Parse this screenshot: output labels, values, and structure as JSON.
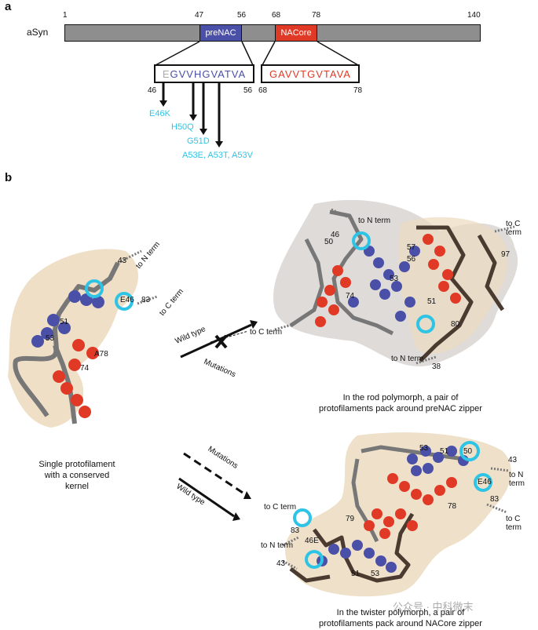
{
  "colors": {
    "bar_gray": "#8e8e8e",
    "prenac": "#4a4fa8",
    "nacore": "#e03a26",
    "cyan": "#2ec4e6",
    "kernel_bg": "#ecdcc0",
    "strand": "#777777",
    "strand_dark": "#4a3a30"
  },
  "panel_a": {
    "letter": "a",
    "protein_label": "aSyn",
    "ticks": [
      "1",
      "47",
      "56",
      "68",
      "78",
      "140"
    ],
    "prenac_label": "preNAC",
    "nacore_label": "NACore",
    "prenac_seq_first": "E",
    "prenac_seq_rest": "GVVHGVATVA",
    "nacore_seq": "GAVVTGVTAVA",
    "seq_start_left": "46",
    "seq_end_left": "56",
    "seq_start_right": "68",
    "seq_end_right": "78",
    "mutations": [
      "E46K",
      "H50Q",
      "G51D",
      "A53E, A53T, A53V"
    ]
  },
  "panel_b": {
    "letter": "b",
    "single_caption": "Single protofilament with a conserved kernel",
    "rod_caption_1": "In the rod polymorph, a pair of",
    "rod_caption_2": "protofilaments pack around preNAC zipper",
    "twister_caption_1": "In the twister polymorph, a pair of",
    "twister_caption_2": "protofilaments pack around NACore zipper",
    "wild_type": "Wild type",
    "mutations": "Mutations",
    "to_n_term": "to N term",
    "to_c_term": "to C term",
    "labels_single": [
      "43",
      "83",
      "E46",
      "51",
      "53",
      "A78",
      "74"
    ],
    "labels_rod": [
      "46",
      "50",
      "51",
      "53",
      "56",
      "57",
      "74",
      "80",
      "97",
      "38"
    ],
    "labels_twister": [
      "53",
      "51",
      "50",
      "E46",
      "43",
      "83",
      "78",
      "79",
      "46E",
      "51",
      "53",
      "43",
      "83"
    ],
    "watermark": "公众号 · 中科微末"
  }
}
